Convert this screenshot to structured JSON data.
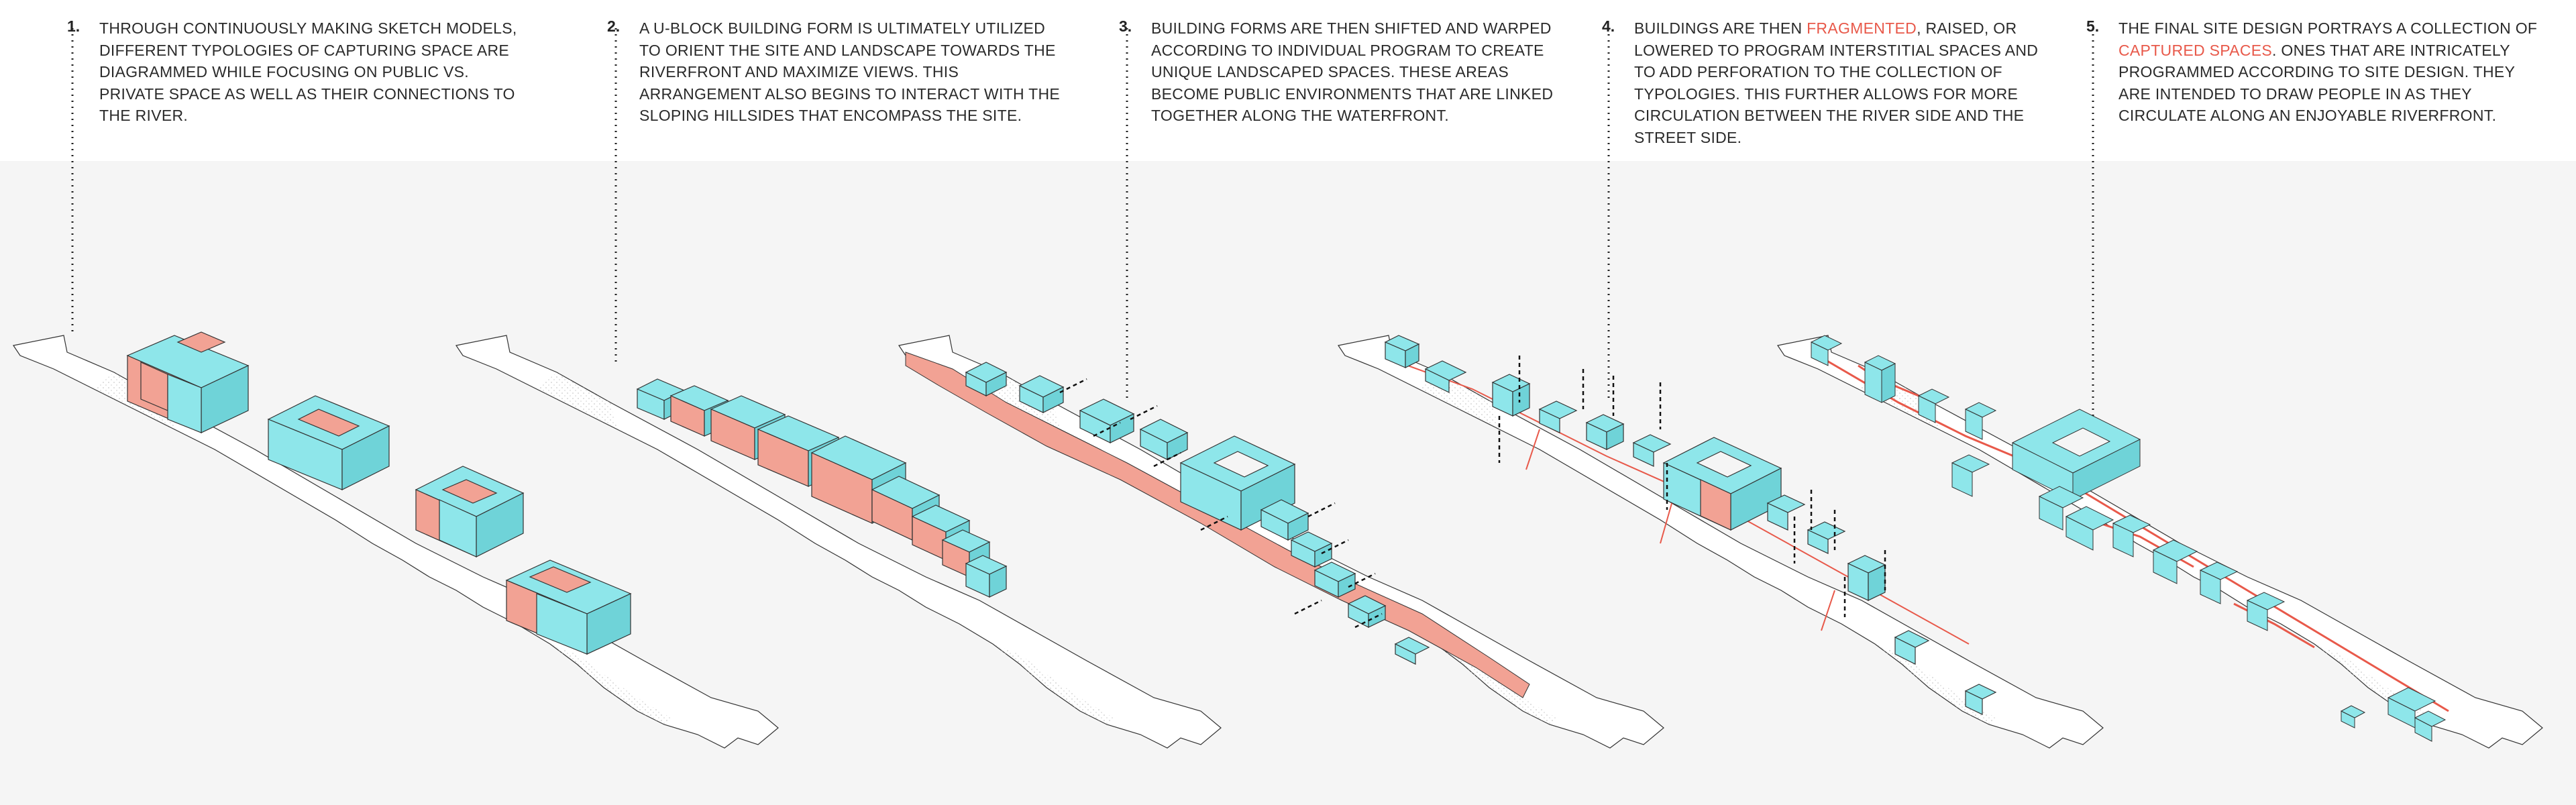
{
  "steps": [
    {
      "number": "1.",
      "text": "THROUGH CONTINUOUSLY MAKING SKETCH MODELS, DIFFERENT TYPOLOGIES OF CAPTURING SPACE ARE DIAGRAMMED WHILE FOCUSING ON PUBLIC VS. PRIVATE SPACE AS WELL AS THEIR CONNECTIONS TO THE RIVER."
    },
    {
      "number": "2.",
      "text": "A U-BLOCK BUILDING FORM IS ULTIMATELY UTILIZED TO ORIENT THE SITE AND LANDSCAPE TOWARDS THE RIVERFRONT AND MAXIMIZE VIEWS. THIS ARRANGEMENT ALSO BEGINS TO INTERACT WITH THE SLOPING HILLSIDES THAT ENCOMPASS THE SITE."
    },
    {
      "number": "3.",
      "text": "BUILDING FORMS ARE THEN SHIFTED AND WARPED ACCORDING TO INDIVIDUAL PROGRAM TO CREATE UNIQUE LANDSCAPED SPACES. THESE AREAS BECOME PUBLIC ENVIRONMENTS THAT ARE LINKED TOGETHER ALONG THE WATERFRONT."
    },
    {
      "number": "4.",
      "text_before": "BUILDINGS ARE THEN ",
      "highlight": "FRAGMENTED",
      "text_after": ", RAISED, OR LOWERED TO PROGRAM INTERSTITIAL SPACES AND TO ADD PERFORATION TO THE COLLECTION OF TYPOLOGIES. THIS FURTHER ALLOWS FOR MORE CIRCULATION BETWEEN THE RIVER SIDE AND THE STREET SIDE."
    },
    {
      "number": "5.",
      "text_before": "THE FINAL SITE DESIGN PORTRAYS A COLLECTION OF ",
      "highlight": "CAPTURED SPACES",
      "text_after": ". ONES THAT ARE INTRICATELY PROGRAMMED ACCORDING TO SITE DESIGN. THEY ARE INTENDED TO DRAW PEOPLE IN AS THEY CIRCULATE ALONG AN ENJOYABLE RIVERFRONT."
    }
  ],
  "colors": {
    "building": "#8ee6ea",
    "building_shade": "#6fd3d8",
    "captured_space": "#f2a294",
    "highlight_text": "#e8594a",
    "site": "#ffffff",
    "background_band": "#f5f5f5"
  }
}
